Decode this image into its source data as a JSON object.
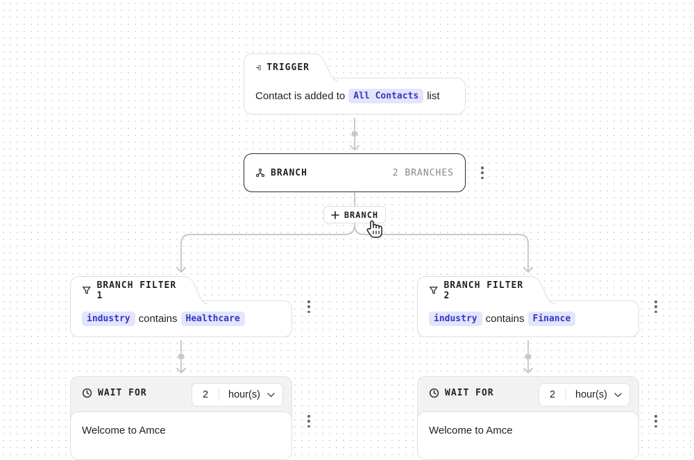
{
  "trigger": {
    "label": "TRIGGER",
    "text_before": "Contact is added to",
    "list_chip": "All Contacts",
    "text_after": "list",
    "icon": "login-icon"
  },
  "branch": {
    "label": "BRANCH",
    "count_label": "2 BRANCHES",
    "icon": "branch-icon"
  },
  "add_branch": {
    "label": "BRANCH",
    "icon": "plus-icon"
  },
  "filters": [
    {
      "label": "BRANCH FILTER 1",
      "field": "industry",
      "operator": "contains",
      "value": "Healthcare"
    },
    {
      "label": "BRANCH FILTER 2",
      "field": "industry",
      "operator": "contains",
      "value": "Finance"
    }
  ],
  "waits": [
    {
      "label": "WAIT FOR",
      "amount": "2",
      "unit": "hour(s)",
      "email_title": "Welcome to Amce"
    },
    {
      "label": "WAIT FOR",
      "amount": "2",
      "unit": "hour(s)",
      "email_title": "Welcome to Amce"
    }
  ],
  "colors": {
    "chip_bg": "#e3e5fb",
    "chip_text": "#3337c9",
    "connector": "#c8c8c8"
  }
}
